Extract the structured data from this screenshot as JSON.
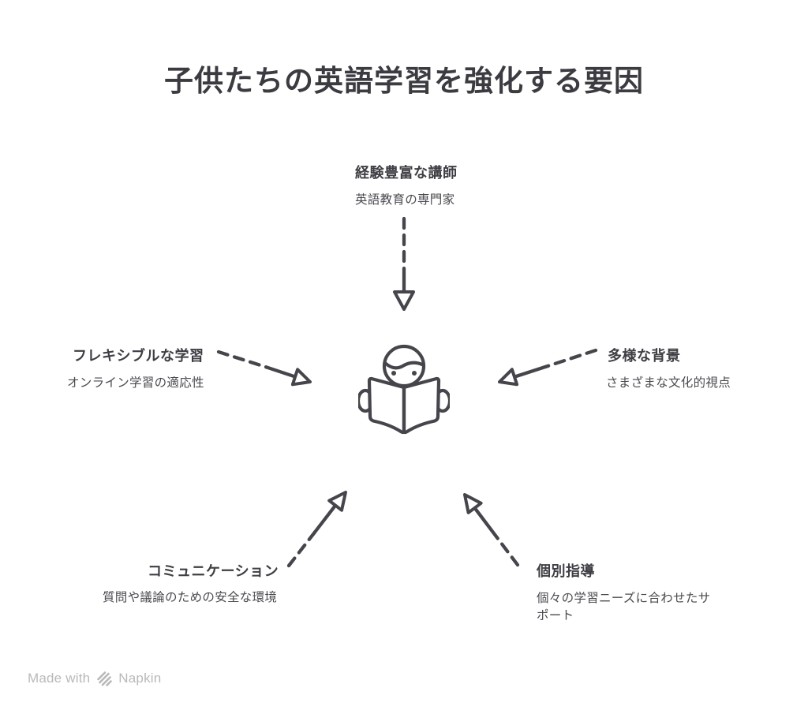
{
  "title": "子供たちの英語学習を強化する要因",
  "center_icon": "person-reading-book",
  "factors": [
    {
      "id": "top",
      "label": "経験豊富な講師",
      "description": "英語教育の専門家"
    },
    {
      "id": "left",
      "label": "フレキシブルな学習",
      "description": "オンライン学習の適応性"
    },
    {
      "id": "right",
      "label": "多様な背景",
      "description": "さまざまな文化的視点"
    },
    {
      "id": "bottom-left",
      "label": "コミュニケーション",
      "description": "質問や議論のための安全な環境"
    },
    {
      "id": "bottom-right",
      "label": "個別指導",
      "description": "個々の学習ニーズに合わせたサポート"
    }
  ],
  "footer": {
    "made_with": "Made with",
    "brand": "Napkin",
    "logo": "napkin-chevron-icon"
  },
  "colors": {
    "background": "#ffffff",
    "heading": "#3b3b41",
    "label": "#3e3e44",
    "body": "#4a4a50",
    "stroke": "#45454b",
    "footer": "#b9b9bc"
  }
}
